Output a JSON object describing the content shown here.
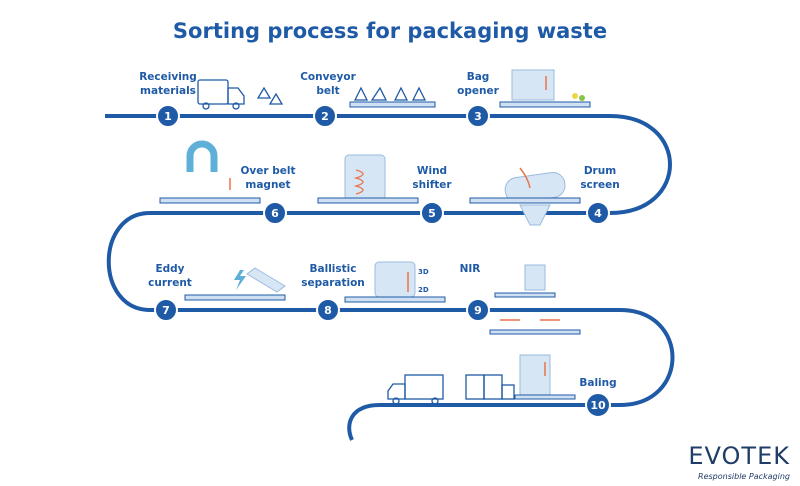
{
  "title": "Sorting process for packaging waste",
  "steps": [
    {
      "number": "1",
      "label_line1": "Receiving",
      "label_line2": "materials"
    },
    {
      "number": "2",
      "label_line1": "Conveyor",
      "label_line2": "belt"
    },
    {
      "number": "3",
      "label_line1": "Bag",
      "label_line2": "opener"
    },
    {
      "number": "4",
      "label_line1": "Drum",
      "label_line2": "screen"
    },
    {
      "number": "5",
      "label_line1": "Wind",
      "label_line2": "shifter"
    },
    {
      "number": "6",
      "label_line1": "Over belt",
      "label_line2": "magnet"
    },
    {
      "number": "7",
      "label_line1": "Eddy",
      "label_line2": "current"
    },
    {
      "number": "8",
      "label_line1": "Ballistic",
      "label_line2": "separation"
    },
    {
      "number": "9",
      "label_line1": "NIR",
      "label_line2": ""
    },
    {
      "number": "10",
      "label_line1": "Baling",
      "label_line2": ""
    }
  ],
  "ballistic_labels": {
    "upper": "3D",
    "lower": "2D"
  },
  "logo": {
    "name": "EVOTEK",
    "tagline": "Responsible Packaging"
  },
  "colors": {
    "primary": "#1f5aa6",
    "light": "#d7e6f5",
    "accent_orange": "#e8734a",
    "accent_yellow": "#e8d84a",
    "accent_green": "#8bc34a"
  }
}
